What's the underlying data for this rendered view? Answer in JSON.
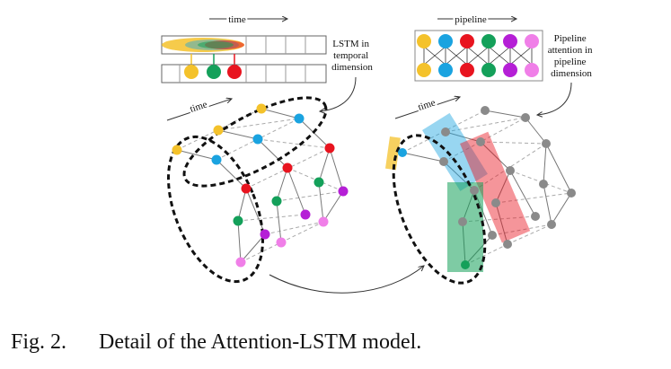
{
  "diagram": {
    "left_panel": {
      "arrow_label": "time",
      "side_label_lines": [
        "LSTM in",
        "temporal",
        "dimension"
      ],
      "axis_label": "time"
    },
    "right_panel": {
      "arrow_label": "pipeline",
      "side_label_lines": [
        "Pipeline",
        "attention in",
        "pipeline",
        "dimension"
      ],
      "axis_label": "time"
    },
    "colors": {
      "yellow": "#f4c22b",
      "blue": "#1aa3e0",
      "red": "#e8141f",
      "green": "#14a05a",
      "purple": "#b51fd6",
      "pink": "#f07fe8",
      "gray": "#8a8a8a"
    }
  },
  "caption": {
    "number": "Fig. 2.",
    "text": "Detail of the Attention-LSTM model."
  }
}
